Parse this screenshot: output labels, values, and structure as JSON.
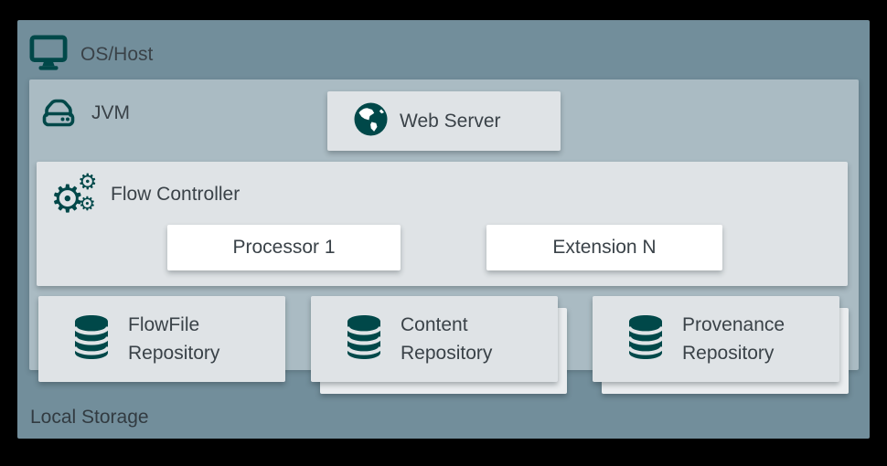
{
  "diagram": {
    "kind": "architecture-diagram",
    "os_host": {
      "label": "OS/Host",
      "icon": "monitor-icon",
      "bg": "#728E9B"
    },
    "jvm": {
      "label": "JVM",
      "icon": "hard-drive-icon",
      "bg": "#AABBC3"
    },
    "web_server": {
      "label": "Web Server",
      "icon": "globe-icon",
      "bg": "#DFE3E6"
    },
    "flow_controller": {
      "label": "Flow Controller",
      "icon": "gears-icon",
      "bg": "#DFE3E6",
      "children": [
        {
          "label": "Processor 1",
          "bg": "#FFFFFF"
        },
        {
          "label": "Extension N",
          "bg": "#FFFFFF"
        }
      ]
    },
    "repositories": [
      {
        "line1": "FlowFile",
        "line2": "Repository",
        "icon": "database-icon",
        "stacked": false
      },
      {
        "line1": "Content",
        "line2": "Repository",
        "icon": "database-icon",
        "stacked": true
      },
      {
        "line1": "Provenance",
        "line2": "Repository",
        "icon": "database-icon",
        "stacked": true
      }
    ],
    "local_storage": {
      "label": "Local Storage"
    },
    "palette": {
      "frame": "#000000",
      "icon_teal": "#004849",
      "text": "#3A4248",
      "card_white": "#FFFFFF",
      "panel_gray": "#DFE3E6",
      "stack_gray": "#EAEDEF"
    }
  }
}
